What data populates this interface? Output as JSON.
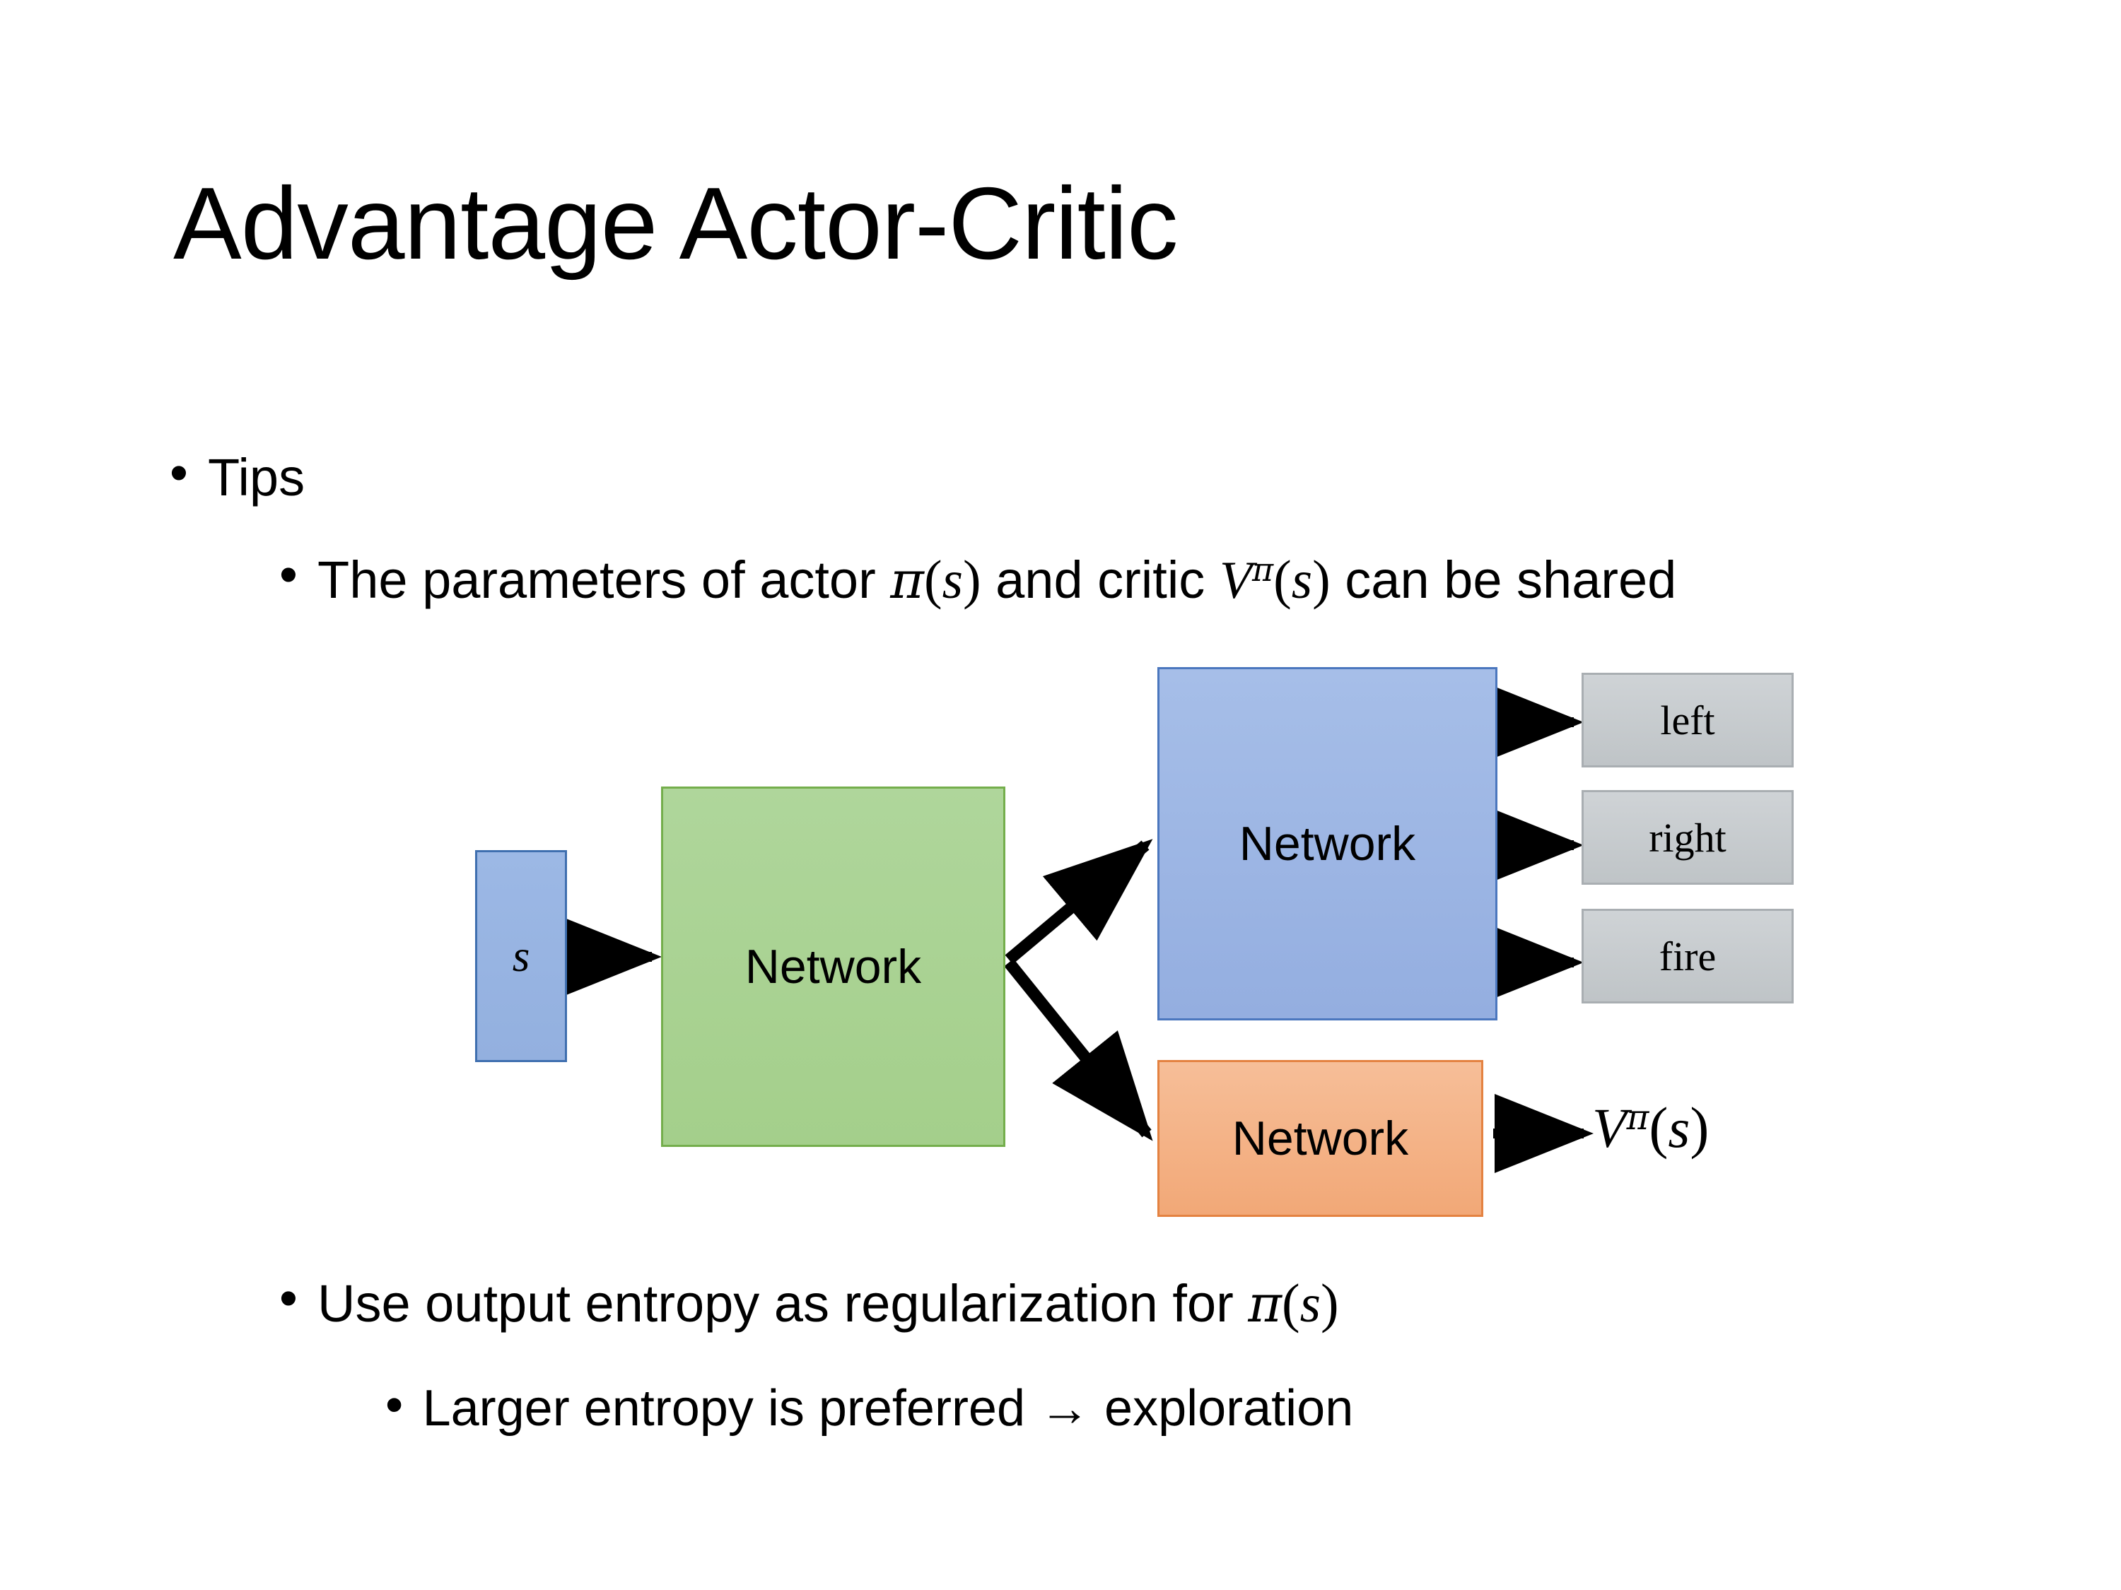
{
  "slide": {
    "title": "Advantage Actor-Critic",
    "bullets": [
      {
        "level": 1,
        "text": "Tips"
      },
      {
        "level": 2,
        "text": "The parameters of actor π(s)  and critic Vπ(s) can be shared"
      },
      {
        "level": 2,
        "text": "Use output entropy as regularization for π(s)"
      },
      {
        "level": 3,
        "text": "Larger entropy is preferred → exploration"
      }
    ],
    "bullet_marker": "•"
  },
  "text": {
    "tips": "Tips",
    "params_pre": "The parameters of actor ",
    "params_mid": "  and critic ",
    "params_post": " can be shared",
    "entropy_pre": "Use output entropy as regularization for ",
    "larger_entropy": "Larger entropy is preferred → exploration"
  },
  "math": {
    "pi": "π",
    "s": "s",
    "V": "V",
    "lparen": "(",
    "rparen": ")",
    "policy": "π(s)",
    "value": "Vπ(s)"
  },
  "diagram": {
    "state_label": "s",
    "shared_network_label": "Network",
    "actor_network_label": "Network",
    "critic_network_label": "Network",
    "actions": [
      {
        "label": "left"
      },
      {
        "label": "right"
      },
      {
        "label": "fire"
      }
    ],
    "critic_output": "Vπ(s)",
    "colors": {
      "state_fill": "#95B3E0",
      "state_border": "#3F6FAF",
      "shared_fill": "#A9D18E",
      "shared_border": "#74AE4C",
      "actor_fill": "#9DB7E4",
      "actor_border": "#4B77BE",
      "critic_fill": "#F4B183",
      "critic_border": "#E48241",
      "action_fill": "#C6CACC",
      "action_border": "#A9AEB2",
      "arrow": "#000000",
      "background": "#FFFFFF",
      "text": "#000000"
    }
  }
}
